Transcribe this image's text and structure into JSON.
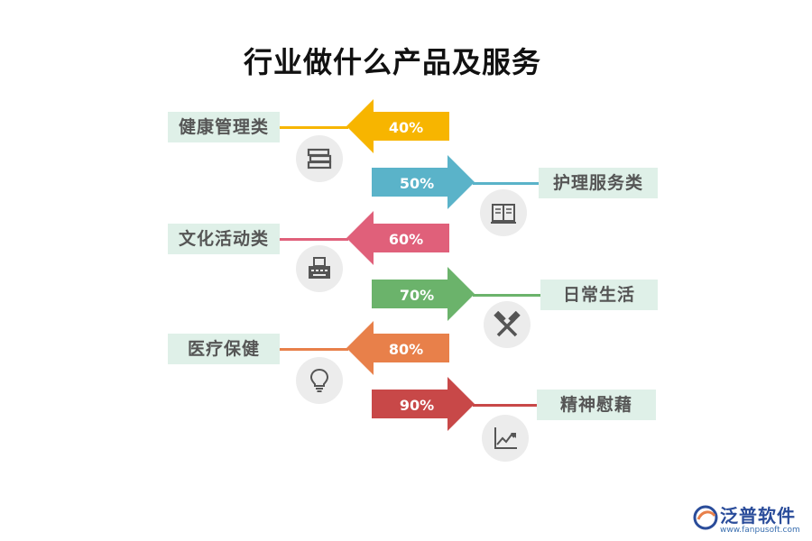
{
  "title": "行业做什么产品及服务",
  "items": [
    {
      "label": "健康管理类",
      "percent": "40%",
      "color": "#f7b500",
      "direction": "left",
      "icon": "books-icon"
    },
    {
      "label": "护理服务类",
      "percent": "50%",
      "color": "#5ab3c9",
      "direction": "right",
      "icon": "open-book-icon"
    },
    {
      "label": "文化活动类",
      "percent": "60%",
      "color": "#e0607a",
      "direction": "left",
      "icon": "typewriter-icon"
    },
    {
      "label": "日常生活",
      "percent": "70%",
      "color": "#6bb36b",
      "direction": "right",
      "icon": "crossed-hammers-icon"
    },
    {
      "label": "医疗保健",
      "percent": "80%",
      "color": "#e8804a",
      "direction": "left",
      "icon": "lightbulb-icon"
    },
    {
      "label": "精神慰藉",
      "percent": "90%",
      "color": "#c84848",
      "direction": "right",
      "icon": "line-chart-icon"
    }
  ],
  "logo": {
    "name": "泛普软件",
    "url": "www.fanpusoft.com"
  }
}
